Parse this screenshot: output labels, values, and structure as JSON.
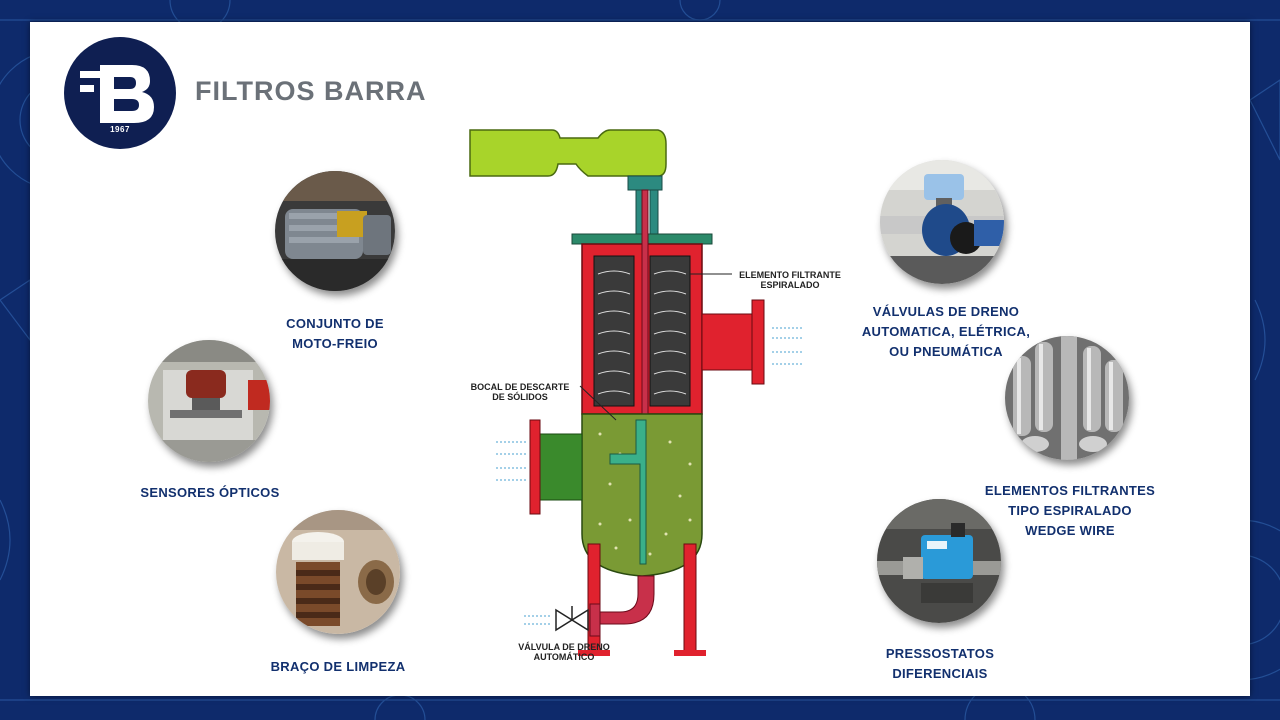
{
  "brand": {
    "logo_letters": "FB",
    "year": "1967",
    "name": "FILTROS BARRA"
  },
  "components": {
    "motor": {
      "line1": "CONJUNTO DE",
      "line2": "MOTO-FREIO",
      "icon": "motor-brake-photo"
    },
    "sensors": {
      "line1": "SENSORES ÓPTICOS",
      "icon": "optical-sensor-photo"
    },
    "arm": {
      "line1": "BRAÇO DE LIMPEZA",
      "icon": "cleaning-arm-photo"
    },
    "valves": {
      "line1": "VÁLVULAS DE DRENO",
      "line2": "AUTOMATICA, ELÉTRICA,",
      "line3": "OU PNEUMÁTICA",
      "icon": "drain-valve-photo"
    },
    "elements": {
      "line1": "ELEMENTOS FILTRANTES",
      "line2": "TIPO ESPIRALADO",
      "line3": "WEDGE WIRE",
      "icon": "wedge-wire-photo"
    },
    "pressure": {
      "line1": "PRESSOSTATOS",
      "line2": "DIFERENCIAIS",
      "icon": "pressure-switch-photo"
    }
  },
  "diagram": {
    "label_element": {
      "line1": "ELEMENTO FILTRANTE",
      "line2": "ESPIRALADO"
    },
    "label_nozzle": {
      "line1": "BOCAL DE DESCARTE",
      "line2": "DE SÓLIDOS"
    },
    "label_valve": {
      "line1": "VÁLVULA DE DRENO",
      "line2": "AUTOMÁTICO"
    }
  },
  "colors": {
    "navy": "#0f1f52",
    "brand_gray": "#6b7178",
    "caption_blue": "#12306e",
    "vessel_red": "#e0222e",
    "vessel_green": "#1f8a3c",
    "motor_lime": "#a8d42a",
    "sediment": "#8a9a3a"
  }
}
